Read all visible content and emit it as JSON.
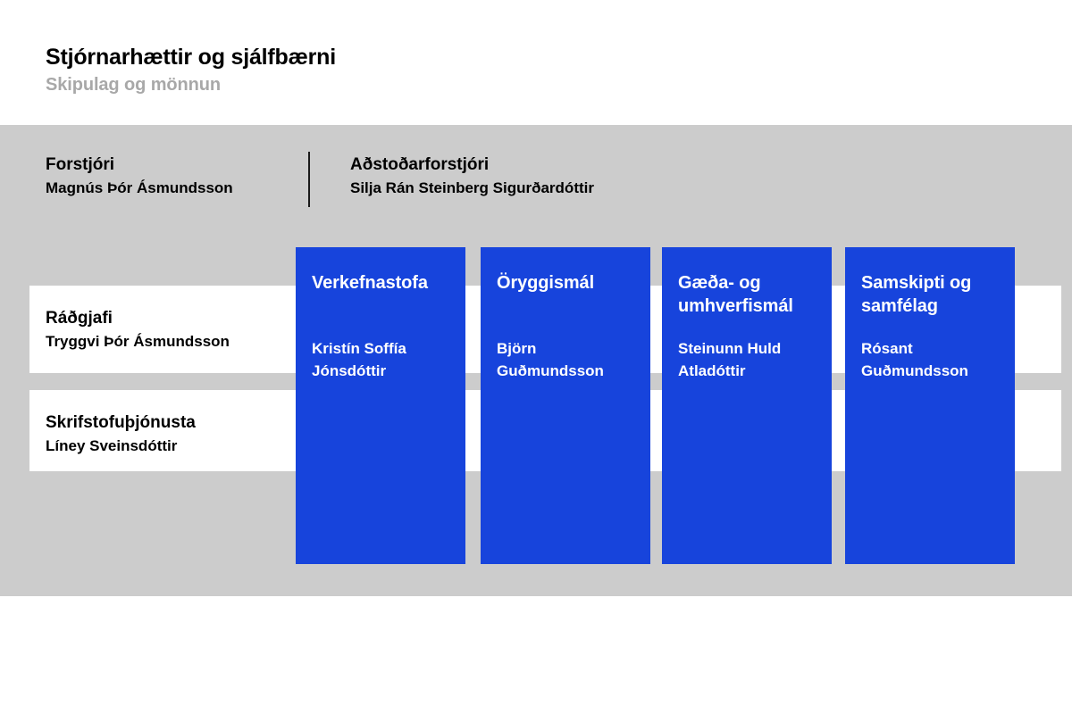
{
  "header": {
    "title": "Stjórnarhættir og sjálfbærni",
    "subtitle": "Skipulag og mönnun"
  },
  "executives": [
    {
      "role": "Forstjóri",
      "name": "Magnús Þór Ásmundsson"
    },
    {
      "role": "Aðstoðarforstjóri",
      "name": "Silja Rán Steinberg Sigurðardóttir"
    }
  ],
  "staff": [
    {
      "role": "Ráðgjafi",
      "name": "Tryggvi Þór Ásmundsson"
    },
    {
      "role": "Skrifstofuþjónusta",
      "name": "Líney Sveinsdóttir"
    }
  ],
  "departments": [
    {
      "title": "Verkefnastofa",
      "name": "Kristín Soffía Jónsdóttir"
    },
    {
      "title": "Öryggismál",
      "name": "Björn Guðmundsson"
    },
    {
      "title": "Gæða- og umhverfismál",
      "name": "Steinunn Huld Atladóttir"
    },
    {
      "title": "Samskipti og samfélag",
      "name": "Rósant Guðmundsson"
    }
  ],
  "colors": {
    "department_blue": "#1744dc",
    "band_gray": "#cccccc",
    "subtitle_gray": "#a8a8a8",
    "card_white": "#ffffff",
    "text_black": "#000000"
  }
}
